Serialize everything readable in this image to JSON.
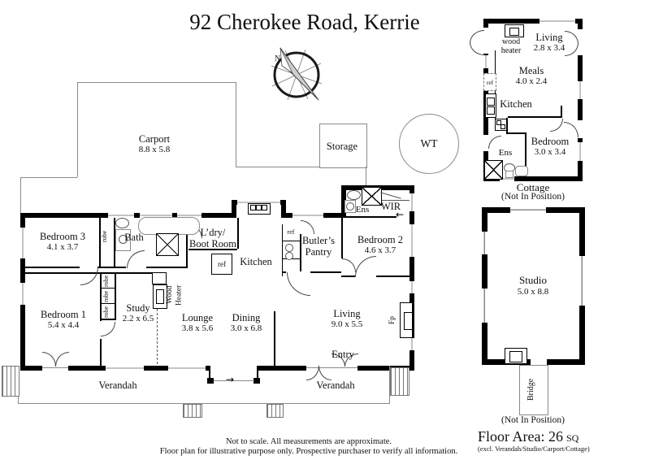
{
  "title": "92 Cherokee Road, Kerrie",
  "compass": {
    "north": "N"
  },
  "site": {
    "carport": {
      "label": "Carport",
      "dims": "8.8 x 5.8"
    },
    "storage": {
      "label": "Storage"
    },
    "water_tank": {
      "label": "WT"
    }
  },
  "house": {
    "bedroom1": {
      "label": "Bedroom 1",
      "dims": "5.4 x 4.4"
    },
    "bedroom2": {
      "label": "Bedroom 2",
      "dims": "4.6 x 3.7"
    },
    "bedroom3": {
      "label": "Bedroom 3",
      "dims": "4.1 x 3.7"
    },
    "bath": {
      "label": "Bath"
    },
    "laundry": {
      "line1": "L’dry/",
      "line2": "Boot Room"
    },
    "kitchen": {
      "label": "Kitchen"
    },
    "butlers": {
      "line1": "Butler’s",
      "line2": "Pantry"
    },
    "ens": {
      "label": "Ens"
    },
    "wir": {
      "label": "WIR"
    },
    "study": {
      "label": "Study",
      "dims": "2.2 x 6.5"
    },
    "lounge": {
      "label": "Lounge",
      "dims": "3.8 x 5.6"
    },
    "dining": {
      "label": "Dining",
      "dims": "3.0 x 6.8"
    },
    "living": {
      "label": "Living",
      "dims": "9.0 x 5.5"
    },
    "entry": {
      "label": "Entry"
    },
    "verandah": {
      "label": "Verandah"
    },
    "wood_heater": {
      "label": "Wood Heater"
    },
    "fireplace": {
      "label": "Fp"
    },
    "robe": "robe",
    "ref": "ref"
  },
  "cottage": {
    "living": {
      "label": "Living",
      "dims": "2.8 x 3.4"
    },
    "meals": {
      "label": "Meals",
      "dims": "4.0 x 2.4"
    },
    "kitchen": {
      "label": "Kitchen"
    },
    "bedroom": {
      "label": "Bedroom",
      "dims": "3.0 x 3.4"
    },
    "ens": {
      "label": "Ens"
    },
    "wood_heater": {
      "label": "wood heater"
    },
    "ref": "ref",
    "caption": "Cottage",
    "note": "(Not In Position)"
  },
  "studio": {
    "label": "Studio",
    "dims": "5.0 x 8.8",
    "bridge": {
      "label": "Bridge"
    },
    "note": "(Not In Position)"
  },
  "icons": {
    "entry_arrow": "→",
    "wir_arrow": "←"
  },
  "footer": {
    "line1": "Not to scale. All measurements are approximate.",
    "line2": "Floor plan for illustrative purpose only. Prospective purchaser to verify all information.",
    "floor_area": "Floor Area: 26",
    "floor_area_unit": "SQ",
    "floor_area_note": "(excl. Verandah/Studio/Carport/Cottage)"
  },
  "colors": {
    "wall": "#000000",
    "outline": "#8a8a8a",
    "text": "#111111"
  }
}
